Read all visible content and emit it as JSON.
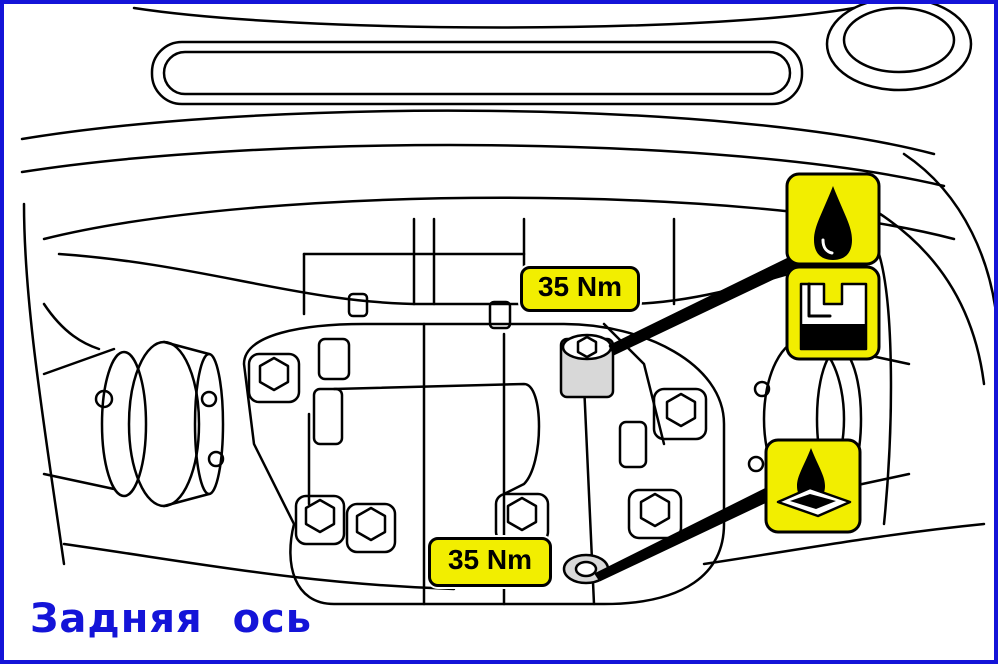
{
  "caption": "Задняя  ось",
  "torque_labels": {
    "upper": "35 Nm",
    "lower": "35 Nm"
  },
  "icons": {
    "upper_oil_drop": "oil-drop-icon",
    "fill_level": "oil-fill-level-icon",
    "drain_pan": "oil-drain-icon"
  },
  "colors": {
    "border": "#1414d8",
    "caption": "#1414d8",
    "label_fill": "#f2ee00",
    "line_art": "#000000"
  }
}
